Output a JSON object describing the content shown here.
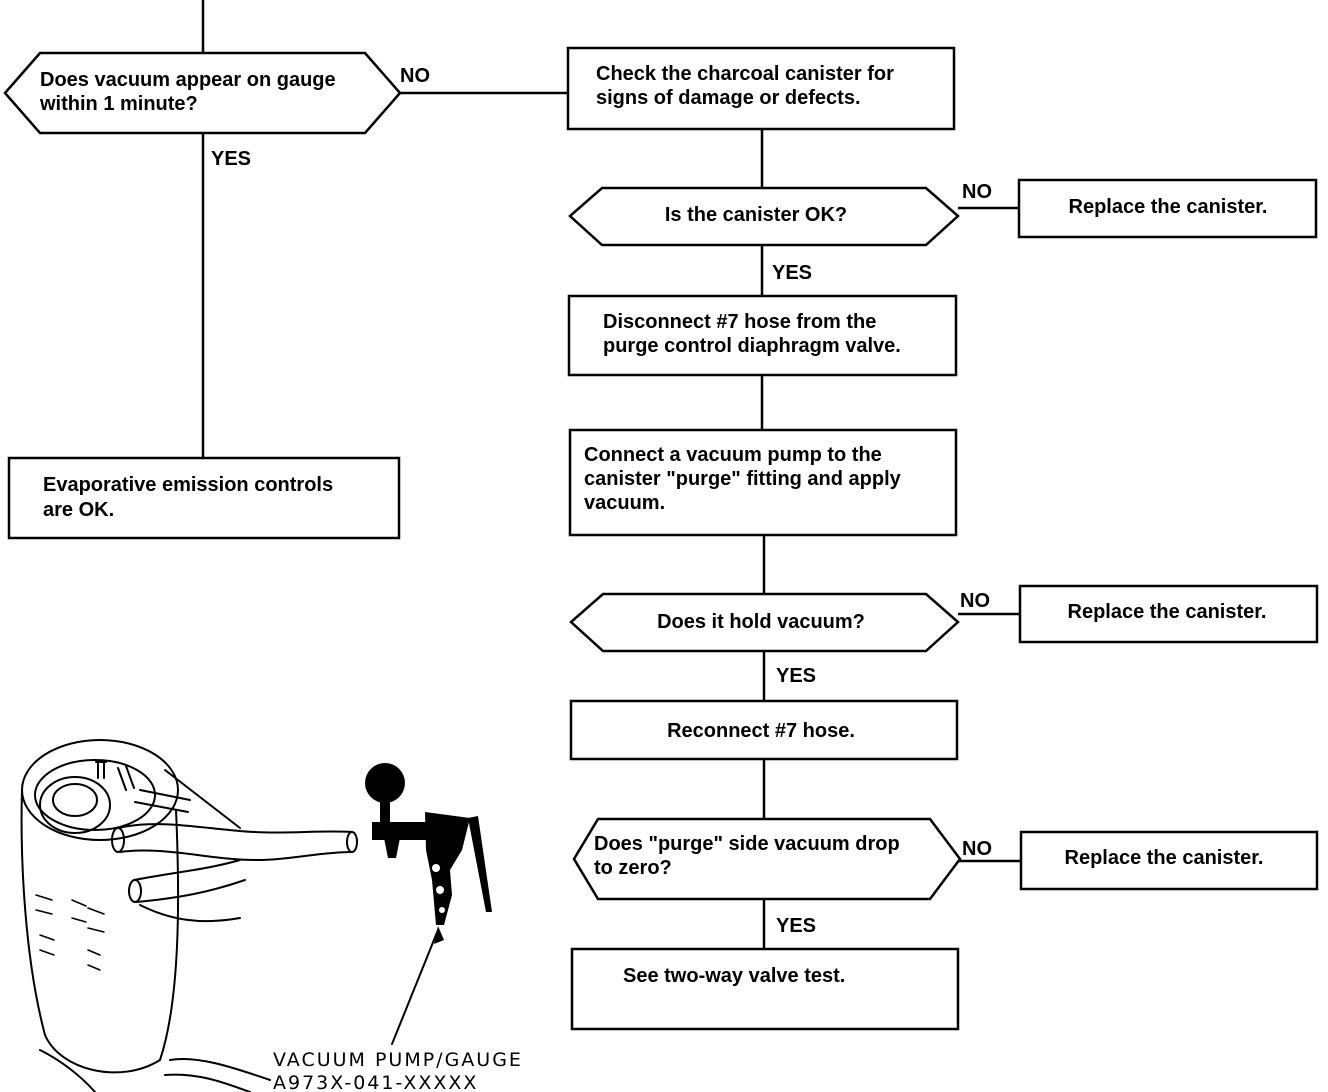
{
  "flowchart": {
    "q_vacuum_gauge": {
      "lines": [
        "Does vacuum appear on gauge",
        "within 1 minute?"
      ]
    },
    "s_check_canister": {
      "lines": [
        "Check the charcoal canister for",
        "signs of damage or defects."
      ]
    },
    "q_canister_ok": {
      "lines": [
        "Is the canister OK?"
      ]
    },
    "s_replace_1": {
      "lines": [
        "Replace the canister."
      ]
    },
    "s_disconnect_hose": {
      "lines": [
        "Disconnect #7 hose from the",
        "purge control diaphragm valve."
      ]
    },
    "s_connect_pump": {
      "lines": [
        "Connect a vacuum pump to the",
        "canister \"purge\" fitting and apply",
        "vacuum."
      ]
    },
    "q_hold_vacuum": {
      "lines": [
        "Does it hold vacuum?"
      ]
    },
    "s_replace_2": {
      "lines": [
        "Replace the canister."
      ]
    },
    "s_reconnect_hose": {
      "lines": [
        "Reconnect #7 hose."
      ]
    },
    "q_purge_drop": {
      "lines": [
        "Does \"purge\" side vacuum drop",
        "to zero?"
      ]
    },
    "s_replace_3": {
      "lines": [
        "Replace the canister."
      ]
    },
    "s_two_way_valve": {
      "lines": [
        "See two-way valve test."
      ]
    },
    "s_emission_ok": {
      "lines": [
        "Evaporative emission controls",
        "are OK."
      ]
    }
  },
  "branch_labels": {
    "yes": "YES",
    "no": "NO"
  },
  "illustration": {
    "tool_name": "VACUUM PUMP/GAUGE",
    "tool_number": "A973X-041-XXXXX"
  }
}
